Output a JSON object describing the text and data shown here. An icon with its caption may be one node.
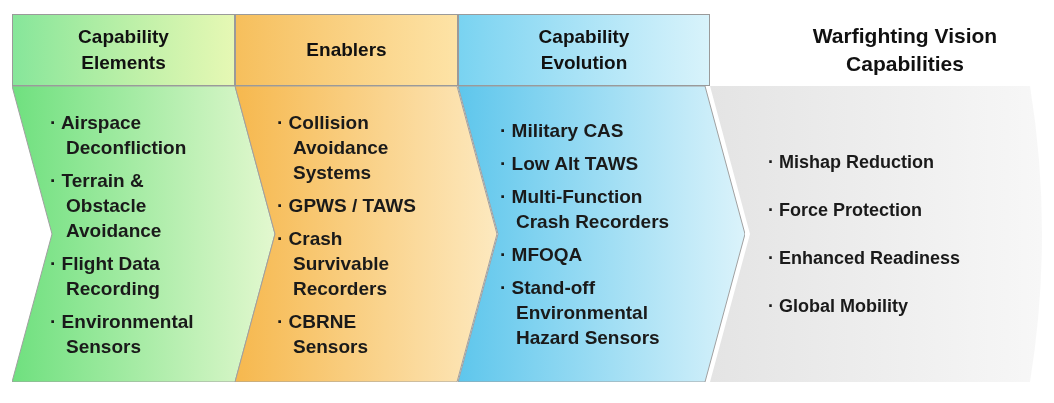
{
  "diagram": {
    "nodes": [
      {
        "text": [
          "Capability Elements"
        ]
      },
      {
        "text": [
          "Enablers"
        ]
      },
      {
        "text": [
          "Capability Evolution"
        ]
      },
      {
        "text": [
          "Warfighting Vision Capabilities"
        ]
      },
      {
        "text": [
          "· Airspace Deconfliction",
          "· Terrain & Obstacle Avoidance",
          "· Flight Data Recording",
          "· Environmental Sensors"
        ]
      },
      {
        "text": [
          "· Collision Avoidance Systems",
          "· GPWS / TAWS",
          "· Crash Survivable Recorders",
          "· CBRNE Sensors"
        ]
      },
      {
        "text": [
          "· Military CAS",
          "· Low Alt TAWS",
          "· Multi-Function Crash Recorders",
          "· MFOQA",
          "· Stand-off Environmental Hazard Sensors"
        ]
      },
      {
        "text": [
          "· Mishap Reduction",
          "· Force Protection",
          "· Enhanced Readiness",
          "· Global Mobility"
        ]
      }
    ],
    "edges": []
  }
}
